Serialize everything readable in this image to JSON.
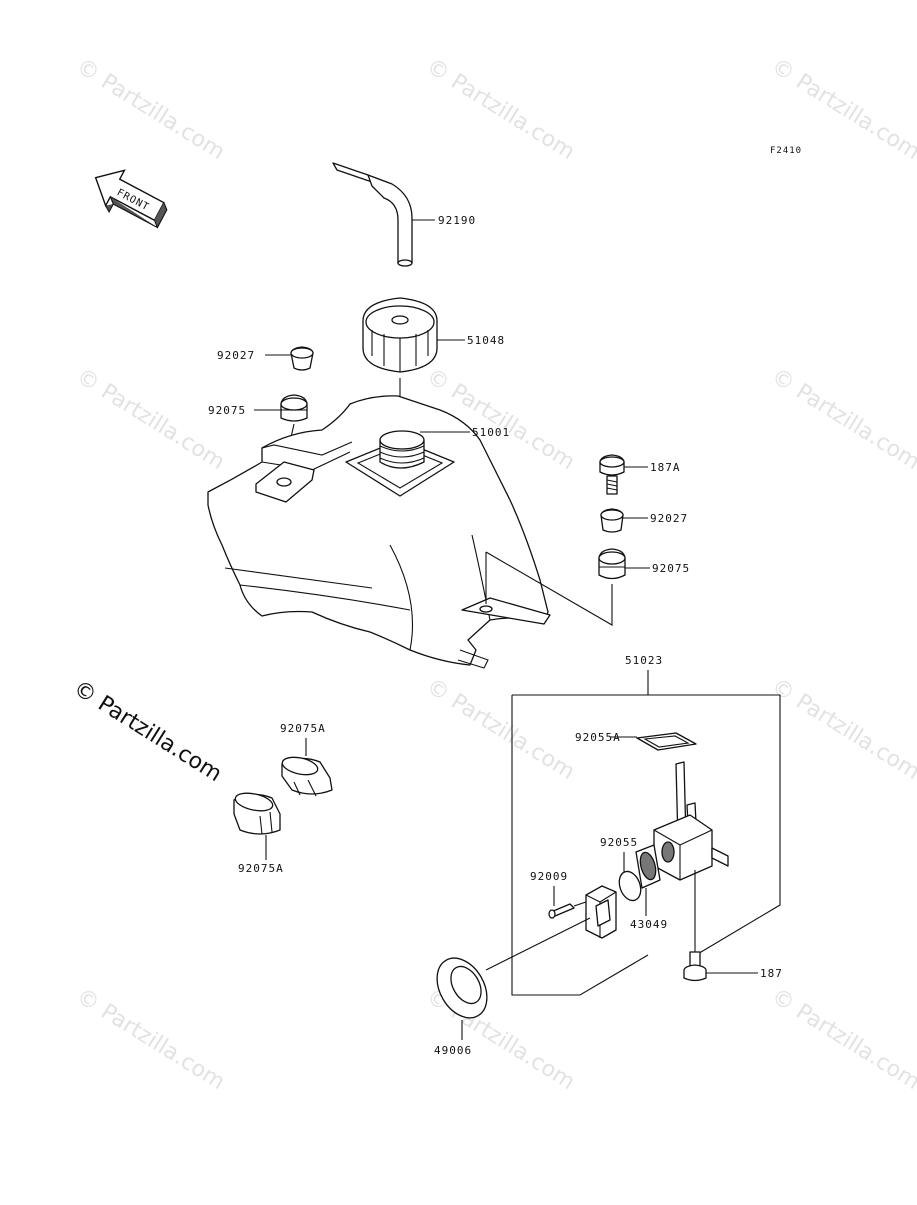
{
  "figure_code": "F2410",
  "front_label": "FRONT",
  "watermark": "© Partzilla.com",
  "labels": {
    "p92190": "92190",
    "p51048": "51048",
    "p92027_left": "92027",
    "p92075_left": "92075",
    "p51001": "51001",
    "p187A": "187A",
    "p92027_right": "92027",
    "p92075_right": "92075",
    "p51023": "51023",
    "p92055A": "92055A",
    "p92075A_top": "92075A",
    "p92075A_bottom": "92075A",
    "p92055": "92055",
    "p92009": "92009",
    "p43049": "43049",
    "p187": "187",
    "p49006": "49006"
  },
  "colors": {
    "line": "#111111",
    "watermark": "#e2e2e2",
    "background": "#ffffff"
  }
}
